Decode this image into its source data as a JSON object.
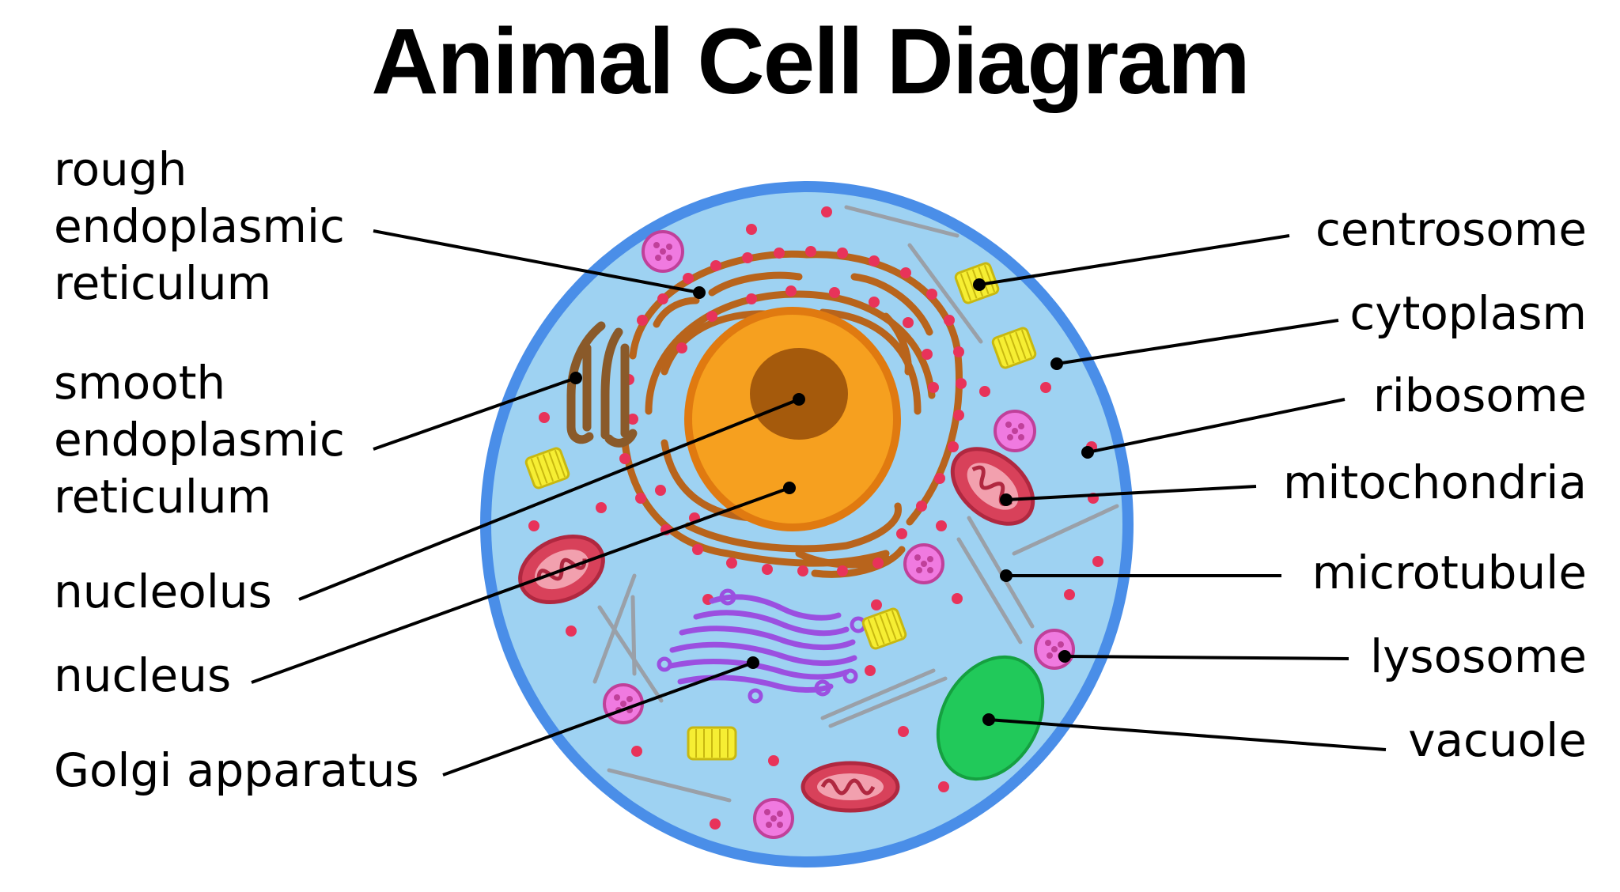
{
  "title": "Animal Cell Diagram",
  "labels": {
    "rough_er": "rough\nendoplasmic\nreticulum",
    "smooth_er": "smooth\nendoplasmic\nreticulum",
    "nucleolus": "nucleolus",
    "nucleus": "nucleus",
    "golgi": "Golgi apparatus",
    "centrosome": "centrosome",
    "cytoplasm": "cytoplasm",
    "ribosome": "ribosome",
    "mitochondria": "mitochondria",
    "microtubule": "microtubule",
    "lysosome": "lysosome",
    "vacuole": "vacuole"
  },
  "colors": {
    "membrane": "#4a8ee8",
    "cytoplasm": "#9ed2f2",
    "nucleus": "#f6a01f",
    "nucleolus": "#a55a0c",
    "er": "#b8641c",
    "ribosome": "#e8335a",
    "mitochondria": "#d8415a",
    "golgi": "#9b4fe0",
    "lysosome": "#f07ae0",
    "centrosome": "#f6ee33",
    "vacuole": "#21c95a",
    "microtubule": "#9aa0a8"
  }
}
